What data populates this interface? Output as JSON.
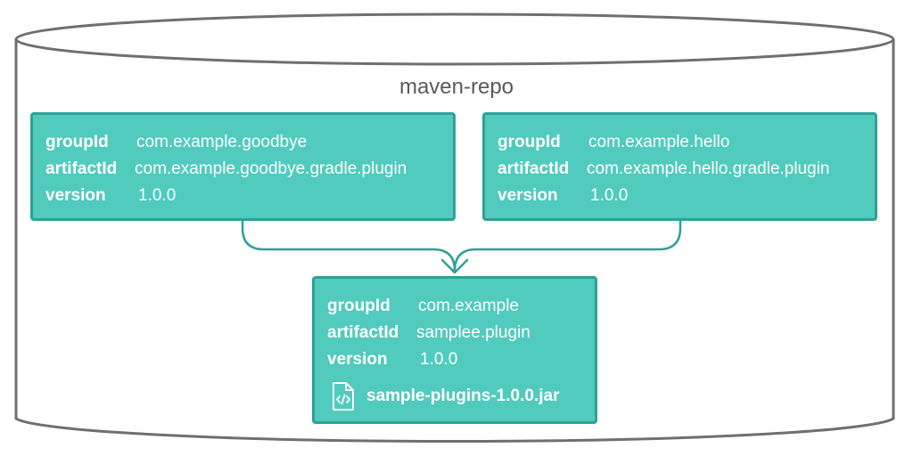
{
  "repository": {
    "title": "maven-repo"
  },
  "artifacts": [
    {
      "groupId_label": "groupId",
      "groupId": "com.example.goodbye",
      "artifactId_label": "artifactId",
      "artifactId": "com.example.goodbye.gradle.plugin",
      "version_label": "version",
      "version": "1.0.0"
    },
    {
      "groupId_label": "groupId",
      "groupId": "com.example.hello",
      "artifactId_label": "artifactId",
      "artifactId": "com.example.hello.gradle.plugin",
      "version_label": "version",
      "version": "1.0.0"
    },
    {
      "groupId_label": "groupId",
      "groupId": "com.example",
      "artifactId_label": "artifactId",
      "artifactId": "samplee.plugin",
      "version_label": "version",
      "version": "1.0.0",
      "file": {
        "icon": "code-file-icon",
        "name": "sample-plugins-1.0.0.jar"
      }
    }
  ],
  "colors": {
    "box_fill": "#50cbbe",
    "box_border": "#2ea196",
    "text": "#ffffff",
    "repo_outline": "#6f6f6f",
    "connector": "#2ea196"
  }
}
